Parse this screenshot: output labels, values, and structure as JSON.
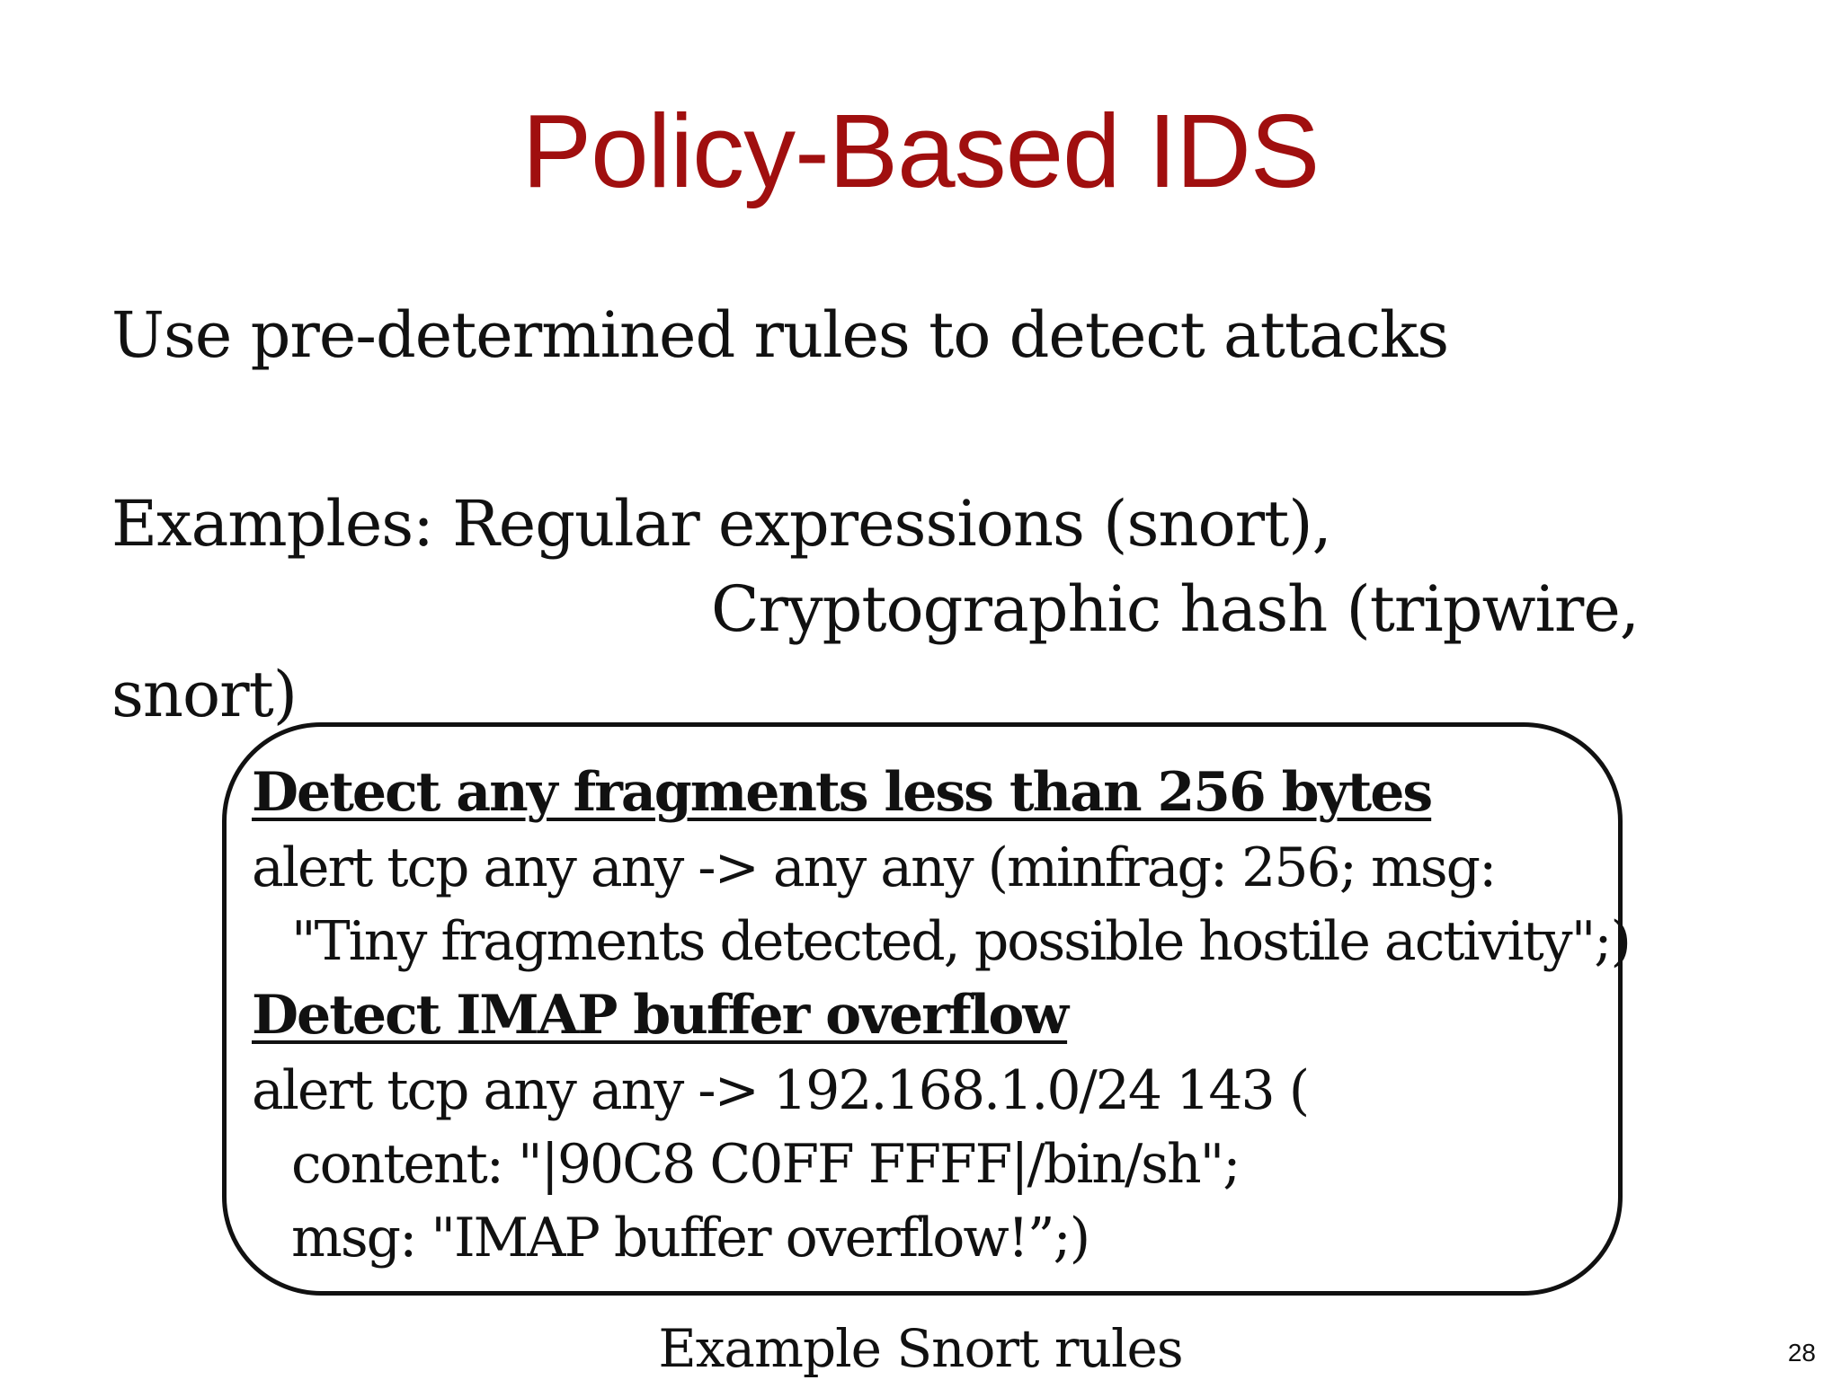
{
  "slide": {
    "title": "Policy-Based IDS",
    "intro": "Use pre-determined rules to detect attacks",
    "examples_line1": "Examples: Regular expressions (snort),",
    "examples_line2": "Cryptographic hash (tripwire,",
    "examples_line3": "snort)",
    "rules": {
      "heading1": "Detect any fragments less than 256 bytes",
      "rule1_line1": "alert tcp any any -> any any (minfrag: 256; msg:",
      "rule1_line2": "\"Tiny fragments detected, possible hostile activity\";)",
      "heading2": "Detect IMAP buffer overflow",
      "rule2_line1": "alert tcp any any -> 192.168.1.0/24 143 (",
      "rule2_line2": "content: \"|90C8 C0FF FFFF|/bin/sh\";",
      "rule2_line3": "msg: \"IMAP buffer overflow!”;)"
    },
    "caption": "Example Snort rules",
    "page_number": "28"
  },
  "colors": {
    "title": "#a00f0f",
    "text": "#111111",
    "background": "#ffffff"
  }
}
